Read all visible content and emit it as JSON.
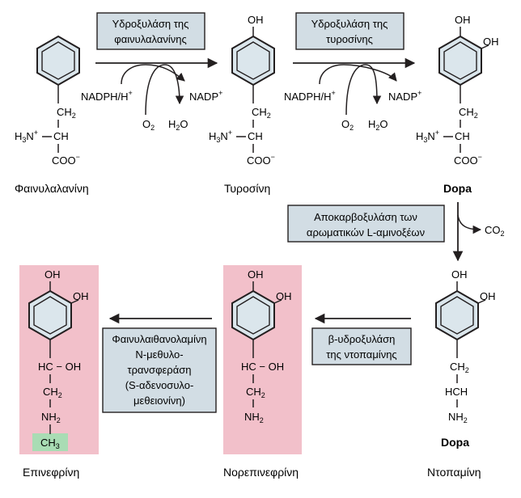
{
  "colors": {
    "benzene_fill": "#dbe6ec",
    "enzyme_box_fill": "#d2dde4",
    "pink_highlight": "#f2c0ca",
    "green_highlight": "#a9dcb4",
    "line": "#231f20"
  },
  "molecules": {
    "phenylalanine": {
      "name": "Φαινυλαλανίνη"
    },
    "tyrosine": {
      "name": "Τυροσίνη"
    },
    "dopa": {
      "name": "Dopa"
    },
    "dopamine": {
      "name": "Ντοπαμίνη",
      "ring_label": "Dopa"
    },
    "norepinephrine": {
      "name": "Νορεπινεφρίνη"
    },
    "epinephrine": {
      "name": "Επινεφρίνη"
    }
  },
  "groups": {
    "oh": "OH",
    "ch2": "CH",
    "ch2_sub": "2",
    "h3n": "H",
    "h3n_sub": "3",
    "n_plus": "N",
    "charge_plus": "+",
    "ch": "CH",
    "coo": "COO",
    "charge_minus": "−",
    "hc_oh": "HC − OH",
    "hch": "HCH",
    "nh2": "NH",
    "nh2_sub": "2",
    "ch3": "CH",
    "ch3_sub": "3"
  },
  "enzymes": {
    "e1": {
      "lines": [
        "Υδροξυλάση της",
        "φαινυλαλανίνης"
      ]
    },
    "e2": {
      "lines": [
        "Υδροξυλάση της",
        "τυροσίνης"
      ]
    },
    "e3": {
      "lines": [
        "Αποκαρβοξυλάση των",
        "αρωματικών L-αμινοξέων"
      ]
    },
    "e4": {
      "lines": [
        "β-υδροξυλάση",
        "της ντοπαμίνης"
      ]
    },
    "e5": {
      "lines": [
        "Φαινυλαιθανολαμίνη",
        "N-μεθυλο-",
        "τρανσφεράση",
        "(S-αδενοσυλο-",
        "μεθειονίνη)"
      ]
    }
  },
  "cofactors": {
    "nadph": "NADPH/H",
    "nadph_sup": "+",
    "nadp": "NADP",
    "nadp_sup": "+",
    "o2": "O",
    "o2_sub": "2",
    "h2o_h": "H",
    "h2o_sub": "2",
    "h2o_o": "O",
    "co2": "CO",
    "co2_sub": "2"
  }
}
